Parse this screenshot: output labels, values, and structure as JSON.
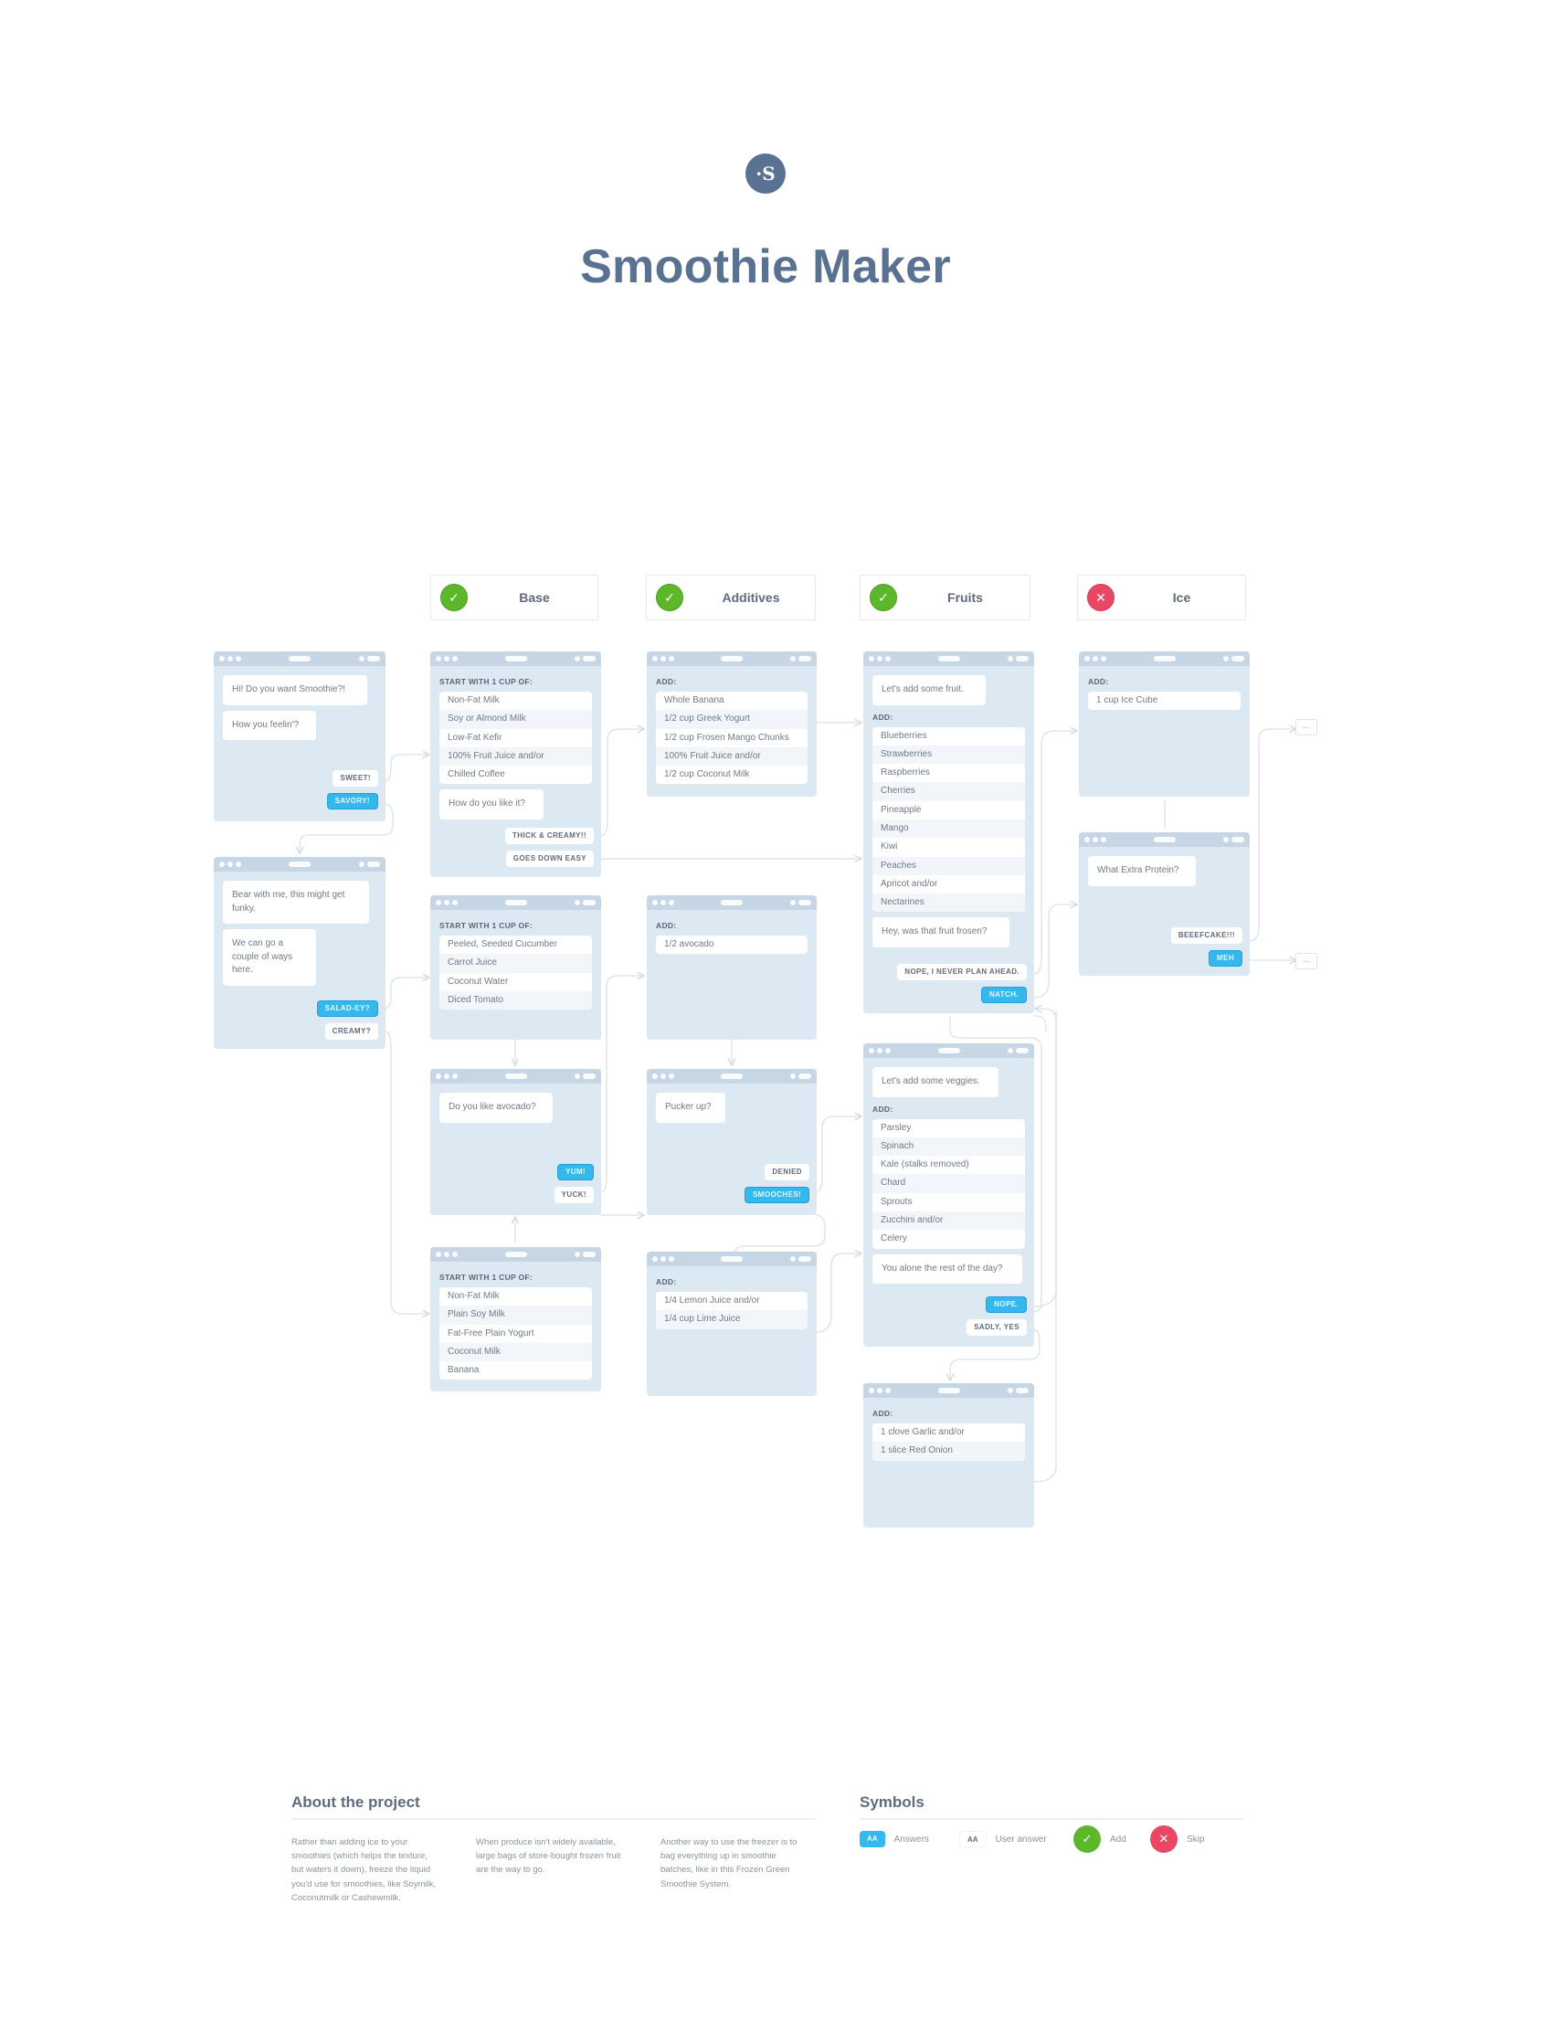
{
  "header": {
    "logo_glyph": "·S",
    "title": "Smoothie Maker"
  },
  "categories": [
    {
      "label": "Base",
      "status": "add",
      "icon": "✓"
    },
    {
      "label": "Additives",
      "status": "add",
      "icon": "✓"
    },
    {
      "label": "Fruits",
      "status": "add",
      "icon": "✓"
    },
    {
      "label": "Ice",
      "status": "skip",
      "icon": "✕"
    }
  ],
  "panels": {
    "intro": {
      "messages": [
        "Hi! Do you want Smoothie?!",
        "How you feelin'?"
      ],
      "answers": [
        {
          "label": "SWEET!",
          "type": "user"
        },
        {
          "label": "SAVORY!",
          "type": "answer"
        }
      ]
    },
    "funky": {
      "messages": [
        "Bear with me, this might get funky.",
        "We can go a couple of ways here."
      ],
      "answers": [
        {
          "label": "SALAD-EY?",
          "type": "answer"
        },
        {
          "label": "CREAMY?",
          "type": "user"
        }
      ]
    },
    "base_sweet": {
      "section": "START WITH 1 CUP OF:",
      "items": [
        "Non-Fat Milk",
        "Soy or Almond Milk",
        "Low-Fat Kefir",
        "100% Fruit Juice and/or",
        "Chilled Coffee"
      ],
      "question": "How do you like it?",
      "answers": [
        {
          "label": "THICK & CREAMY!!",
          "type": "user"
        },
        {
          "label": "GOES DOWN EASY",
          "type": "user"
        }
      ]
    },
    "base_salad": {
      "section": "START WITH 1 CUP OF:",
      "items": [
        "Peeled, Seeded Cucumber",
        "Carrot Juice",
        "Coconut Water",
        "Diced Tomato"
      ]
    },
    "avocado_q": {
      "messages": [
        "Do you like avocado?"
      ],
      "answers": [
        {
          "label": "YUM!",
          "type": "answer"
        },
        {
          "label": "YUCK!",
          "type": "user"
        }
      ]
    },
    "base_creamy": {
      "section": "START WITH 1 CUP OF:",
      "items": [
        "Non-Fat Milk",
        "Plain Soy Milk",
        "Fat-Free Plain Yogurt",
        "Coconut Milk",
        "Banana"
      ]
    },
    "additives_main": {
      "section": "ADD:",
      "items": [
        "Whole Banana",
        "1/2 cup Greek Yogurt",
        "1/2 cup Frosen Mango Chunks",
        "100% Fruit Juice and/or",
        "1/2 cup Coconut Milk"
      ]
    },
    "additives_avocado": {
      "section": "ADD:",
      "items": [
        "1/2 avocado"
      ]
    },
    "pucker_q": {
      "messages": [
        "Pucker up?"
      ],
      "answers": [
        {
          "label": "DENIED",
          "type": "user"
        },
        {
          "label": "SMOOCHES!",
          "type": "answer"
        }
      ]
    },
    "additives_citrus": {
      "section": "ADD:",
      "items": [
        "1/4 Lemon Juice and/or",
        "1/4 cup Lime Juice"
      ]
    },
    "fruits_main": {
      "messages": [
        "Let's add some fruit."
      ],
      "section": "ADD:",
      "items": [
        "Blueberries",
        "Strawberries",
        "Raspberries",
        "Cherries",
        "Pineapple",
        "Mango",
        "Kiwi",
        "Peaches",
        "Apricot and/or",
        "Nectarines"
      ],
      "question": "Hey, was that fruit frosen?",
      "answers": [
        {
          "label": "NOPE, I NEVER PLAN AHEAD.",
          "type": "user"
        },
        {
          "label": "NATCH.",
          "type": "answer"
        }
      ]
    },
    "veggies": {
      "messages": [
        "Let's add some veggies."
      ],
      "section": "ADD:",
      "items": [
        "Parsley",
        "Spinach",
        "Kale (stalks removed)",
        "Chard",
        "Sprouts",
        "Zucchini and/or",
        "Celery"
      ],
      "question": "You alone the rest of the day?",
      "answers": [
        {
          "label": "NOPE.",
          "type": "answer"
        },
        {
          "label": "SADLY, YES",
          "type": "user"
        }
      ]
    },
    "garlic": {
      "section": "ADD:",
      "items": [
        "1 clove Garlic and/or",
        "1 slice Red Onion"
      ]
    },
    "ice": {
      "section": "ADD:",
      "items": [
        "1 cup Ice Cube"
      ]
    },
    "protein": {
      "messages": [
        "What Extra Protein?"
      ],
      "answers": [
        {
          "label": "BEEEFCAKE!!!",
          "type": "user"
        },
        {
          "label": "MEH",
          "type": "answer"
        }
      ]
    }
  },
  "continuations": [
    "...",
    "..."
  ],
  "footer": {
    "about": {
      "heading": "About the project",
      "paragraphs": [
        "Rather than adding ice to your smoothies (which helps the texture, but waters it down), freeze the liquid you'd use for smoothies, like Soymilk, Coconutmilk or Cashewmilk.",
        "When produce isn't widely available, large bags of store-bought frozen fruit are the way to go.",
        "Another way to use the freezer is to bag everything up in smoothie batches, like in this Frozen Green Smoothie System."
      ]
    },
    "symbols": {
      "heading": "Symbols",
      "items": [
        {
          "chip": "AA",
          "label": "Answers",
          "kind": "answer"
        },
        {
          "chip": "AA",
          "label": "User answer",
          "kind": "user"
        },
        {
          "chip": "✓",
          "label": "Add",
          "kind": "add"
        },
        {
          "chip": "✕",
          "label": "Skip",
          "kind": "skip"
        }
      ]
    }
  },
  "colors": {
    "title": "#5a7291",
    "panel_bg": "#dce8f2",
    "panel_bar": "#c6d6e4",
    "answer_blue": "#35b8ee",
    "add_green": "#5cb82a",
    "skip_red": "#ea4766"
  }
}
